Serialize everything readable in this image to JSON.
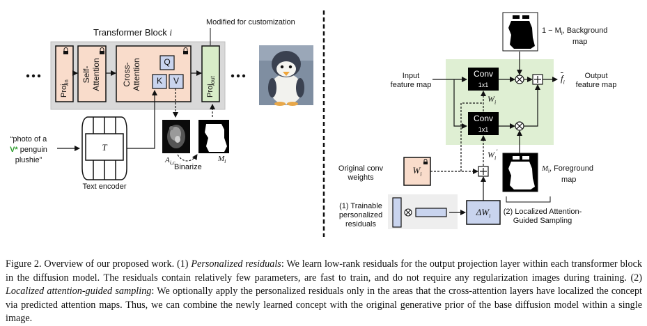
{
  "figure": {
    "left": {
      "transformer_title": "Transformer Block",
      "transformer_title_var": "i",
      "modified_label": "Modified for customization",
      "proj_in": "Proj",
      "proj_in_sub": "in",
      "self_attention": "Self-Attention",
      "cross_attention": "Cross-Attention",
      "q": "Q",
      "k": "K",
      "v": "V",
      "proj_out": "Proj",
      "proj_out_sub": "out",
      "ellipsis": "•••",
      "prompt_line1": "“photo of a",
      "prompt_vstar": "V*",
      "prompt_line2_rest": " penguin",
      "prompt_line3": "plushie”",
      "text_encoder_symbol": "T",
      "text_encoder_label": "Text encoder",
      "attn_map_label": "A",
      "attn_map_sub": "i,c",
      "binarize_label": "Binarize",
      "mask_label": "M",
      "mask_sub": "i"
    },
    "right": {
      "background_label_line1": "1 − M",
      "background_label_sub": "i",
      "background_label_rest": ", Background",
      "background_label_line2": "map",
      "input_label_line1": "Input",
      "input_label_line2": "feature map",
      "conv_top": "Conv",
      "conv_top_sub": "1x1",
      "conv_bottom": "Conv",
      "conv_bottom_sub": "1x1",
      "w_i": "W",
      "w_i_prime": "W",
      "w_sub": "i",
      "w_prime_mark": "′",
      "output_symbol": "f",
      "output_sub": "i",
      "output_label_line1": "Output",
      "output_label_line2": "feature map",
      "foreground_label_line1": "M",
      "foreground_label_sub": "i",
      "foreground_label_rest": ", Foreground",
      "foreground_label_line2": "map",
      "orig_weights_line1": "Original conv",
      "orig_weights_line2": "weights",
      "orig_w": "W",
      "orig_w_sub": "i",
      "trainable_line1": "(1) Trainable",
      "trainable_line2": "personalized",
      "trainable_line3": "residuals",
      "delta_w": "ΔW",
      "delta_w_sub": "i",
      "localized_line1": "(2) Localized Attention-",
      "localized_line2": "Guided Sampling"
    }
  },
  "caption": {
    "p1": "Figure 2. Overview of our proposed work. (1) ",
    "e1": "Personalized residuals",
    "p2": ": We learn low-rank residuals for the output projection layer within each transformer block in the diffusion model. The residuals contain relatively few parameters, are fast to train, and do not require any regularization images during training. (2) ",
    "e2": "Localized attention-guided sampling",
    "p3": ": We optionally apply the personalized residuals only in the areas that the cross-attention layers have localized the concept via predicted attention maps. Thus, we can combine the newly learned concept with the original generative prior of the base diffusion model within a single image."
  },
  "colors": {
    "transformer_bg": "#d9d9d9",
    "peach_block": "#f9dccb",
    "green_block": "#d8ecc8",
    "green_region": "#dfefd3",
    "blue_block": "#c9d4ee",
    "conv_block": "#000000",
    "residual_panel": "#eeeeee"
  }
}
